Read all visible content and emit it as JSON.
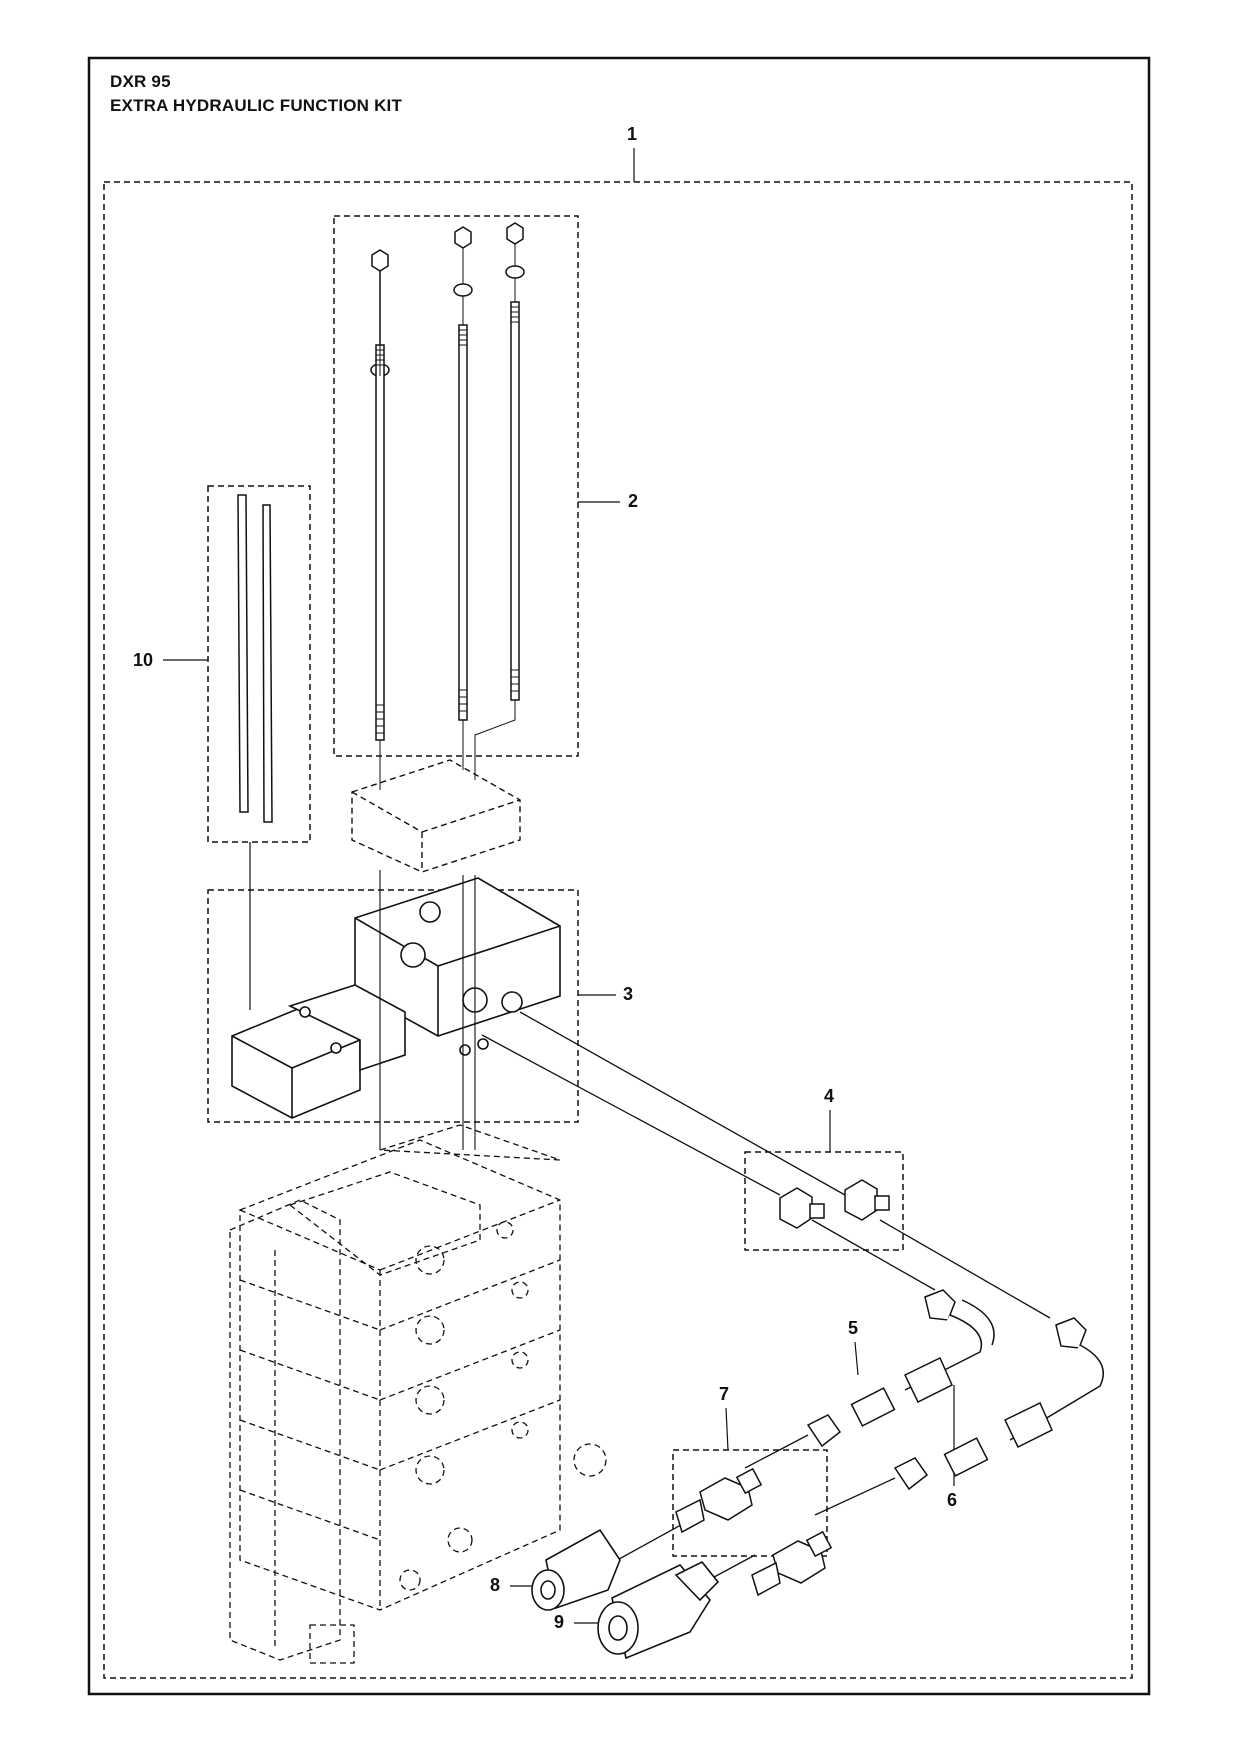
{
  "header": {
    "model": "DXR 95",
    "kit_title": "EXTRA HYDRAULIC FUNCTION KIT"
  },
  "callouts": [
    "1",
    "2",
    "3",
    "4",
    "5",
    "6",
    "7",
    "8",
    "9",
    "10"
  ]
}
